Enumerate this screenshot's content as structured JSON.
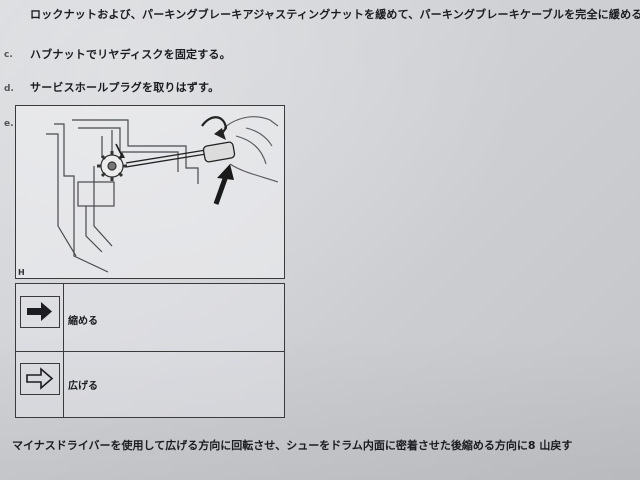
{
  "document": {
    "line_top": "ロックナットおよび、パーキングブレーキアジャスティングナットを緩めて、パーキングブレーキケーブルを完全に緩める。",
    "steps": [
      {
        "letter": "c.",
        "text": "ハブナットでリヤディスクを固定する。"
      },
      {
        "letter": "d.",
        "text": "サービスホールプラグを取りはずす。"
      },
      {
        "letter": "e."
      }
    ],
    "figure": {
      "tag": "H"
    },
    "legend": [
      {
        "icon": "filled-arrow-right-icon",
        "label": "縮める"
      },
      {
        "icon": "outline-arrow-right-icon",
        "label": "広げる"
      }
    ],
    "footer": "マイナスドライバーを使用して広げる方向に回転させ、シューをドラム内面に密着させた後縮める方向に8 山戻す"
  },
  "colors": {
    "ink": "#1b1c20",
    "paper": "#d3d5d8",
    "frame": "#3a3a3a"
  }
}
